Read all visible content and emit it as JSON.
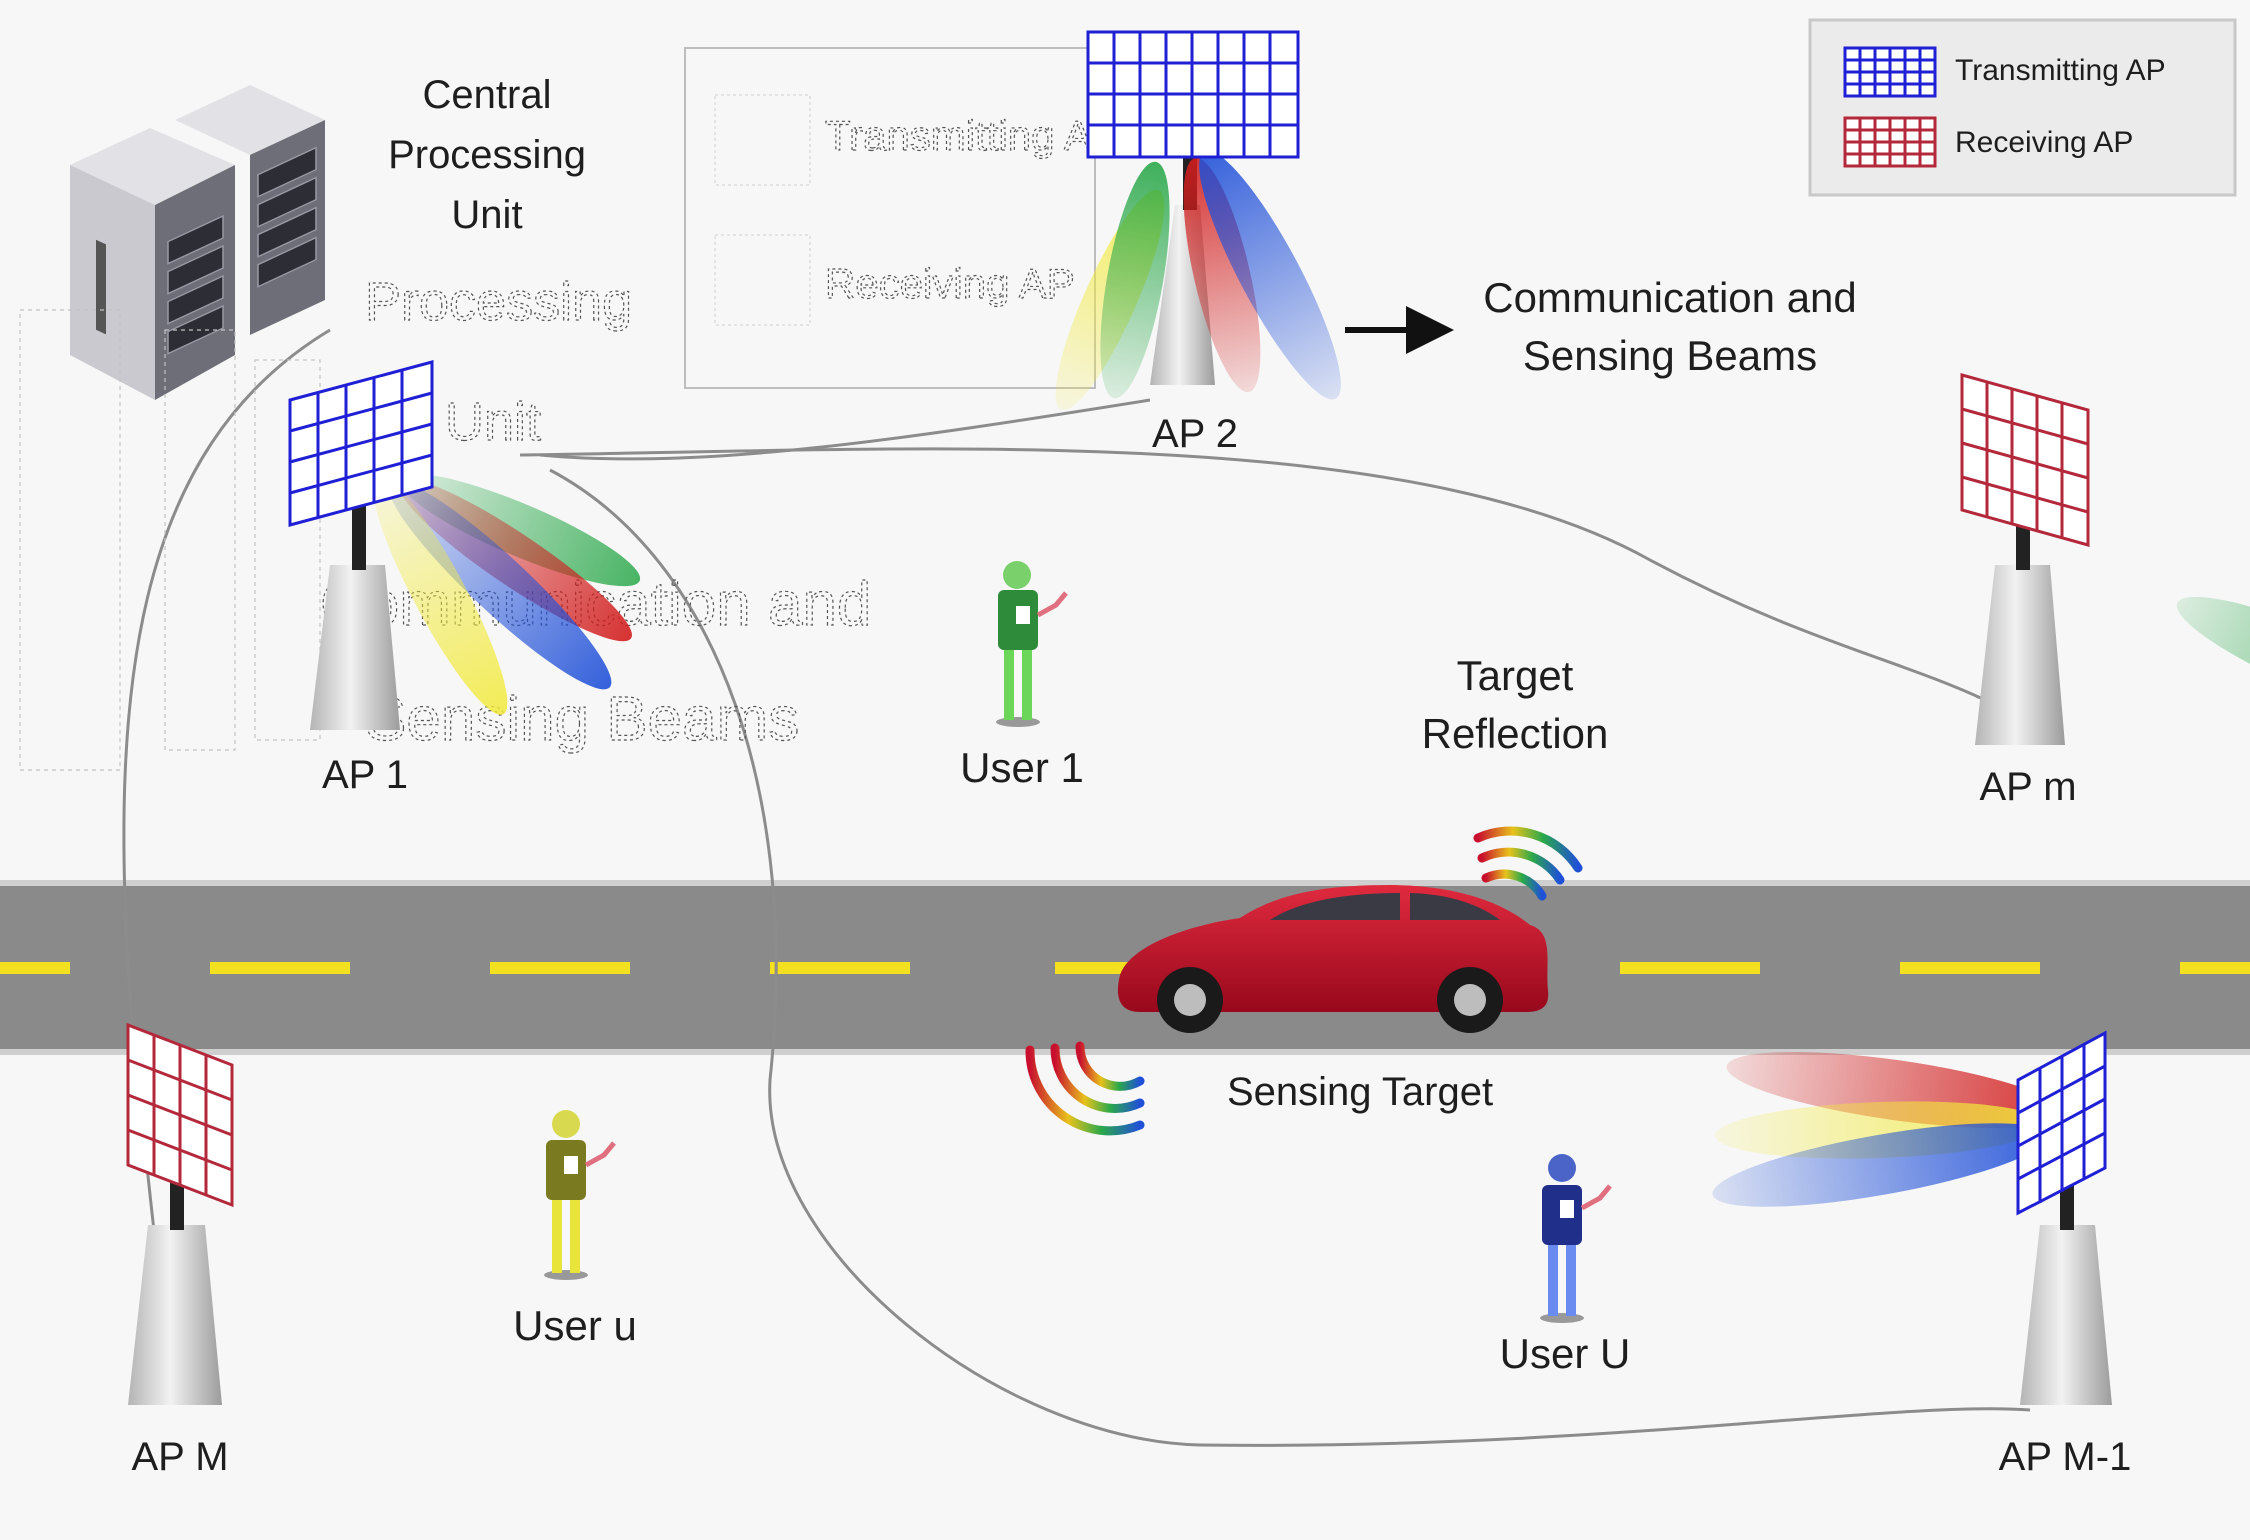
{
  "central_unit": {
    "label_lines": [
      "Central",
      "Processing",
      "Unit"
    ]
  },
  "legend": {
    "transmitting": "Transmitting AP",
    "receiving": "Receiving AP"
  },
  "ghost_legend": {
    "transmitting": "Transmitting AP",
    "receiving": "Receiving AP"
  },
  "beams_caption": {
    "lines": [
      "Communication and",
      "Sensing Beams"
    ]
  },
  "ghost_caption": {
    "lines": [
      "Communication and",
      "Sensing Beams"
    ]
  },
  "target_reflection": {
    "lines": [
      "Target",
      "Reflection"
    ]
  },
  "sensing_target": "Sensing Target",
  "access_points": {
    "ap1": "AP 1",
    "ap2": "AP 2",
    "apm": "AP m",
    "apM": "AP M",
    "apM1": "AP M-1"
  },
  "users": {
    "user1": "User 1",
    "useru": "User u",
    "userU": "User U"
  },
  "colors": {
    "transmitting_ap": "#1f1fd6",
    "receiving_ap": "#b3283a",
    "road": "#8a8a8a",
    "lane_marking": "#f4e021",
    "car": "#c8102e",
    "beam_yellow": "#f2ea3a",
    "beam_green": "#2aa84a",
    "beam_red": "#d21d1d",
    "beam_blue": "#2050d8"
  },
  "icons": [
    "server-rack-icon",
    "antenna-panel-icon",
    "person-icon",
    "car-icon",
    "signal-waves-icon",
    "arrow-right-icon"
  ]
}
